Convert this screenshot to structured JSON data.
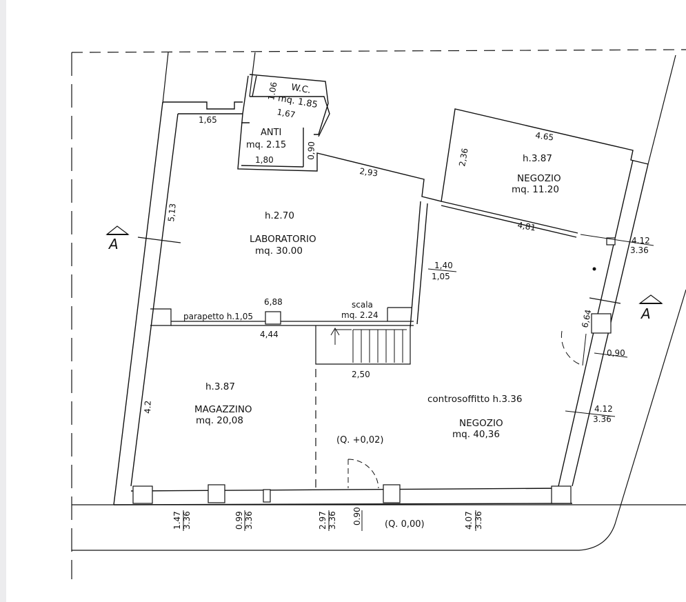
{
  "rooms": {
    "wc": {
      "name": "W.C.",
      "area": "mq. 1.85",
      "dim_w": "1,67",
      "dim_h": "1.06"
    },
    "anti": {
      "name": "ANTI",
      "area": "mq.  2.15",
      "dim_w": "1,80",
      "dim_h": "0,90"
    },
    "laboratorio": {
      "height": "h.2.70",
      "name": "LABORATORIO",
      "area": "mq.  30.00"
    },
    "negozio_small": {
      "height": "h.3.87",
      "name": "NEGOZIO",
      "area": "mq.  11.20"
    },
    "magazzino": {
      "height": "h.3.87",
      "name": "MAGAZZINO",
      "area": "mq.  20,08"
    },
    "negozio_large": {
      "ceiling": "controsoffitto  h.3.36",
      "name": "NEGOZIO",
      "area": "mq.  40,36"
    },
    "scala": {
      "name": "scala",
      "area": "mq.  2.24"
    }
  },
  "dimensions": {
    "d_165": "1,65",
    "d_293": "2,93",
    "d_465": "4.65",
    "d_236": "2,36",
    "d_481": "4,81",
    "d_513": "5,13",
    "d_140": "1,40",
    "d_105": "1,05",
    "d_688": "6,88",
    "d_444": "4,44",
    "d_250": "2,50",
    "d_664": "6,64",
    "d_090_right": "0,90",
    "d_42": "4.2",
    "parapetto": "parapetto  h.1,05",
    "r1_top": "4.12",
    "r1_bot": "3.36",
    "r2_top": "4.12",
    "r2_bot": "3.36"
  },
  "bottom_dims": [
    {
      "top": "1.47",
      "bot": "3.36"
    },
    {
      "top": "0.99",
      "bot": "3.36"
    },
    {
      "top": "2.97",
      "bot": "3.36"
    },
    {
      "single": "0.90"
    },
    {
      "top": "4.07",
      "bot": "3.36"
    }
  ],
  "levels": {
    "inner": "(Q.  +0,02)",
    "outer": "(Q.  0,00)"
  },
  "section_markers": {
    "left": "A",
    "right": "A"
  }
}
